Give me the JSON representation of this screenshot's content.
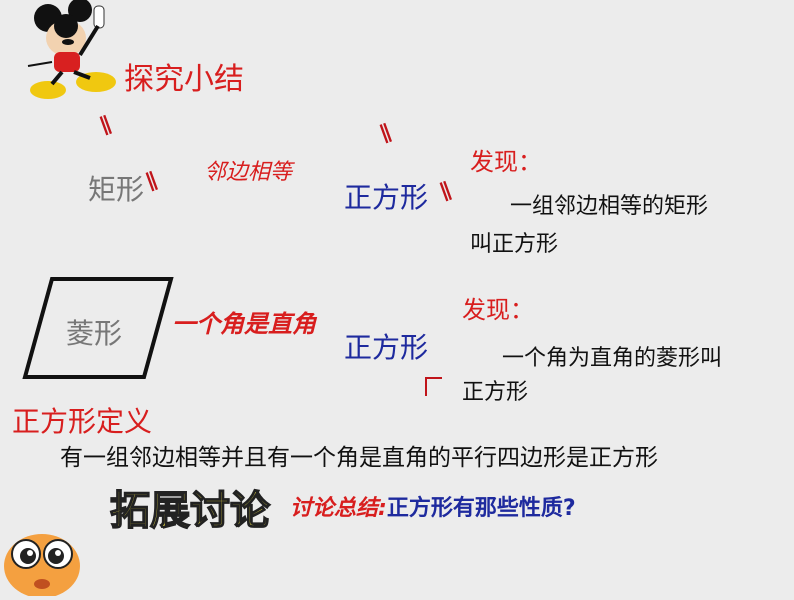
{
  "slide": {
    "title": "探究小结",
    "rectangle_label": "矩形",
    "adjacent_equal": "邻边相等",
    "square_top": "正方形",
    "discovery1_label": "发现：",
    "discovery1_line1": "一组邻边相等的矩形",
    "discovery1_line2": "叫正方形",
    "rhombus_label": "菱形",
    "right_angle": "一个角是直角",
    "square_mid": "正方形",
    "discovery2_label": "发现：",
    "discovery2_line1": "一个角为直角的菱形叫",
    "discovery2_line2": "正方形",
    "definition_title": "正方形定义",
    "definition_text": "有一组邻边相等并且有一个角是直角的平行四边形是正方形",
    "extend_title": "拓展讨论",
    "summary_prefix": "讨论总结:",
    "summary_text": "正方形有那些性质",
    "summary_q": "?"
  },
  "colors": {
    "red": "#d81e1e",
    "blue": "#1e2a9e",
    "gray": "#777777",
    "background": "#ececec"
  },
  "icons": [
    "mickey-mouse-icon",
    "cartoon-face-icon"
  ]
}
